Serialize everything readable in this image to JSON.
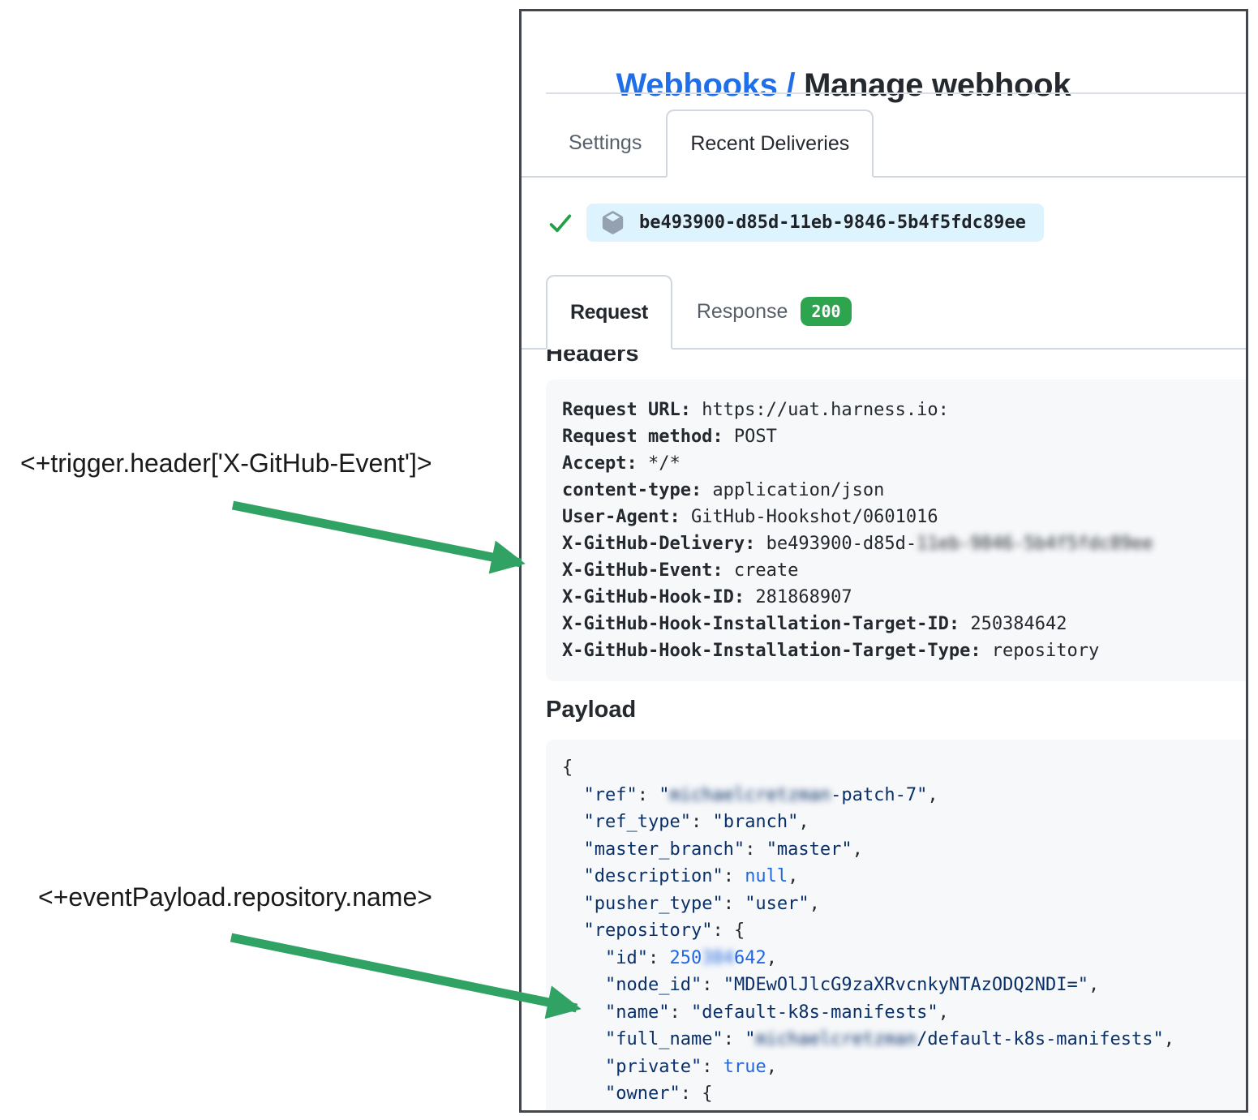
{
  "colors": {
    "accent_blue": "#1f6feb",
    "arrow_green": "#30a364",
    "check_green": "#23a046",
    "badge_green": "#2da44e",
    "pill_bg_blue": "#ddf4ff",
    "code_string_navy": "#0a3069",
    "code_literal_blue": "#2168e0",
    "panel_border": "#43474b"
  },
  "annotations": {
    "trigger_header_expression": "<+trigger.header['X-GitHub-Event']>",
    "event_payload_expression": "<+eventPayload.repository.name>"
  },
  "breadcrumb": {
    "link": "Webhooks",
    "separator": " / ",
    "current": "Manage webhook"
  },
  "tabs": {
    "settings": "Settings",
    "recent_deliveries": "Recent Deliveries"
  },
  "delivery": {
    "status_icon": "check-icon",
    "package_icon": "package-icon",
    "id": "be493900-d85d-11eb-9846-5b4f5fdc89ee"
  },
  "subtabs": {
    "request": "Request",
    "response": "Response",
    "response_status": "200"
  },
  "sections": {
    "headers_title": "Headers",
    "payload_title": "Payload"
  },
  "headers": {
    "lines": [
      {
        "key": "Request URL:",
        "value": " https://uat.harness.io:"
      },
      {
        "key": "Request method:",
        "value": " POST"
      },
      {
        "key": "Accept:",
        "value": " */*"
      },
      {
        "key": "content-type:",
        "value": " application/json"
      },
      {
        "key": "User-Agent:",
        "value": " GitHub-Hookshot/0601016"
      },
      {
        "key": "X-GitHub-Delivery:",
        "value": " be493900-d85d-",
        "blurred": "11eb-9846-5b4f5fdc89ee"
      },
      {
        "key": "X-GitHub-Event:",
        "value": " create"
      },
      {
        "key": "X-GitHub-Hook-ID:",
        "value": " 281868907"
      },
      {
        "key": "X-GitHub-Hook-Installation-Target-ID:",
        "value": " 250384642"
      },
      {
        "key": "X-GitHub-Hook-Installation-Target-Type:",
        "value": " repository"
      }
    ]
  },
  "payload": {
    "lines": [
      [
        {
          "t": "{",
          "c": "p"
        }
      ],
      [
        {
          "t": "  ",
          "c": "p"
        },
        {
          "t": "\"ref\"",
          "c": "s"
        },
        {
          "t": ": ",
          "c": "p"
        },
        {
          "t": "\"",
          "c": "s"
        },
        {
          "t": "michaelcretzman",
          "c": "s",
          "b": 1
        },
        {
          "t": "-patch-7\"",
          "c": "s"
        },
        {
          "t": ",",
          "c": "p"
        }
      ],
      [
        {
          "t": "  ",
          "c": "p"
        },
        {
          "t": "\"ref_type\"",
          "c": "s"
        },
        {
          "t": ": ",
          "c": "p"
        },
        {
          "t": "\"branch\"",
          "c": "s"
        },
        {
          "t": ",",
          "c": "p"
        }
      ],
      [
        {
          "t": "  ",
          "c": "p"
        },
        {
          "t": "\"master_branch\"",
          "c": "s"
        },
        {
          "t": ": ",
          "c": "p"
        },
        {
          "t": "\"master\"",
          "c": "s"
        },
        {
          "t": ",",
          "c": "p"
        }
      ],
      [
        {
          "t": "  ",
          "c": "p"
        },
        {
          "t": "\"description\"",
          "c": "s"
        },
        {
          "t": ": ",
          "c": "p"
        },
        {
          "t": "null",
          "c": "l"
        },
        {
          "t": ",",
          "c": "p"
        }
      ],
      [
        {
          "t": "  ",
          "c": "p"
        },
        {
          "t": "\"pusher_type\"",
          "c": "s"
        },
        {
          "t": ": ",
          "c": "p"
        },
        {
          "t": "\"user\"",
          "c": "s"
        },
        {
          "t": ",",
          "c": "p"
        }
      ],
      [
        {
          "t": "  ",
          "c": "p"
        },
        {
          "t": "\"repository\"",
          "c": "s"
        },
        {
          "t": ": {",
          "c": "p"
        }
      ],
      [
        {
          "t": "    ",
          "c": "p"
        },
        {
          "t": "\"id\"",
          "c": "s"
        },
        {
          "t": ": ",
          "c": "p"
        },
        {
          "t": "250",
          "c": "l"
        },
        {
          "t": "384",
          "c": "l",
          "b": 1
        },
        {
          "t": "642",
          "c": "l"
        },
        {
          "t": ",",
          "c": "p"
        }
      ],
      [
        {
          "t": "    ",
          "c": "p"
        },
        {
          "t": "\"node_id\"",
          "c": "s"
        },
        {
          "t": ": ",
          "c": "p"
        },
        {
          "t": "\"MDEwOlJlcG9zaXRvcnkyNTAzODQ2NDI=\"",
          "c": "s"
        },
        {
          "t": ",",
          "c": "p"
        }
      ],
      [
        {
          "t": "    ",
          "c": "p"
        },
        {
          "t": "\"name\"",
          "c": "s"
        },
        {
          "t": ": ",
          "c": "p"
        },
        {
          "t": "\"default-k8s-manifests\"",
          "c": "s"
        },
        {
          "t": ",",
          "c": "p"
        }
      ],
      [
        {
          "t": "    ",
          "c": "p"
        },
        {
          "t": "\"full_name\"",
          "c": "s"
        },
        {
          "t": ": ",
          "c": "p"
        },
        {
          "t": "\"",
          "c": "s"
        },
        {
          "t": "michaelcretzman",
          "c": "s",
          "b": 1
        },
        {
          "t": "/default-k8s-manifests\"",
          "c": "s"
        },
        {
          "t": ",",
          "c": "p"
        }
      ],
      [
        {
          "t": "    ",
          "c": "p"
        },
        {
          "t": "\"private\"",
          "c": "s"
        },
        {
          "t": ": ",
          "c": "p"
        },
        {
          "t": "true",
          "c": "l"
        },
        {
          "t": ",",
          "c": "p"
        }
      ],
      [
        {
          "t": "    ",
          "c": "p"
        },
        {
          "t": "\"owner\"",
          "c": "s"
        },
        {
          "t": ": {",
          "c": "p"
        }
      ]
    ]
  }
}
